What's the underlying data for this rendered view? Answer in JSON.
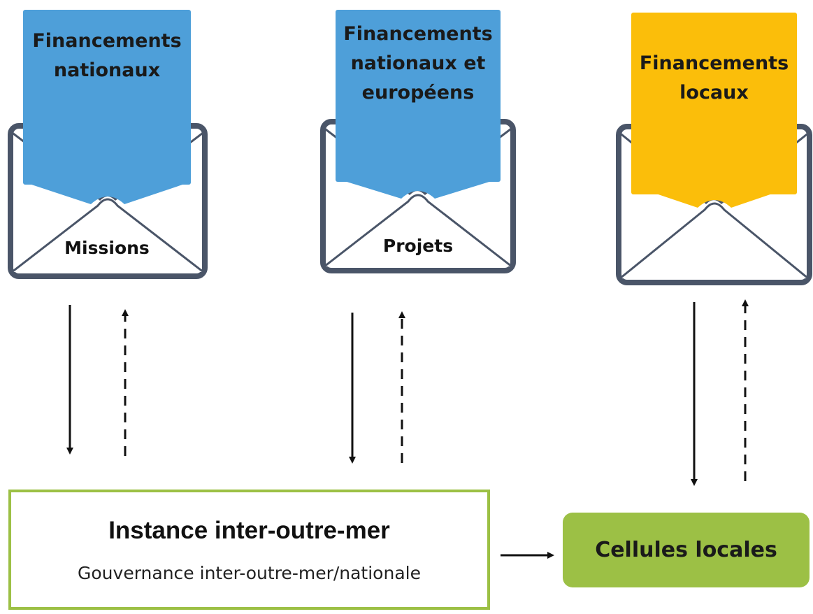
{
  "colors": {
    "card_blue": "#4e9fd9",
    "card_yellow": "#fbbe0a",
    "envelope_stroke": "#4a5568",
    "green": "#9cc045"
  },
  "envelopes": [
    {
      "card_lines": [
        "Financements",
        "nationaux"
      ],
      "label": "Missions"
    },
    {
      "card_lines": [
        "Financements",
        "nationaux et",
        "européens"
      ],
      "label": "Projets"
    },
    {
      "card_lines": [
        "Financements",
        "locaux"
      ],
      "label": ""
    }
  ],
  "instance": {
    "title": "Instance inter-outre-mer",
    "subtitle": "Gouvernance inter-outre-mer/nationale"
  },
  "cellules": {
    "label": "Cellules locales"
  }
}
